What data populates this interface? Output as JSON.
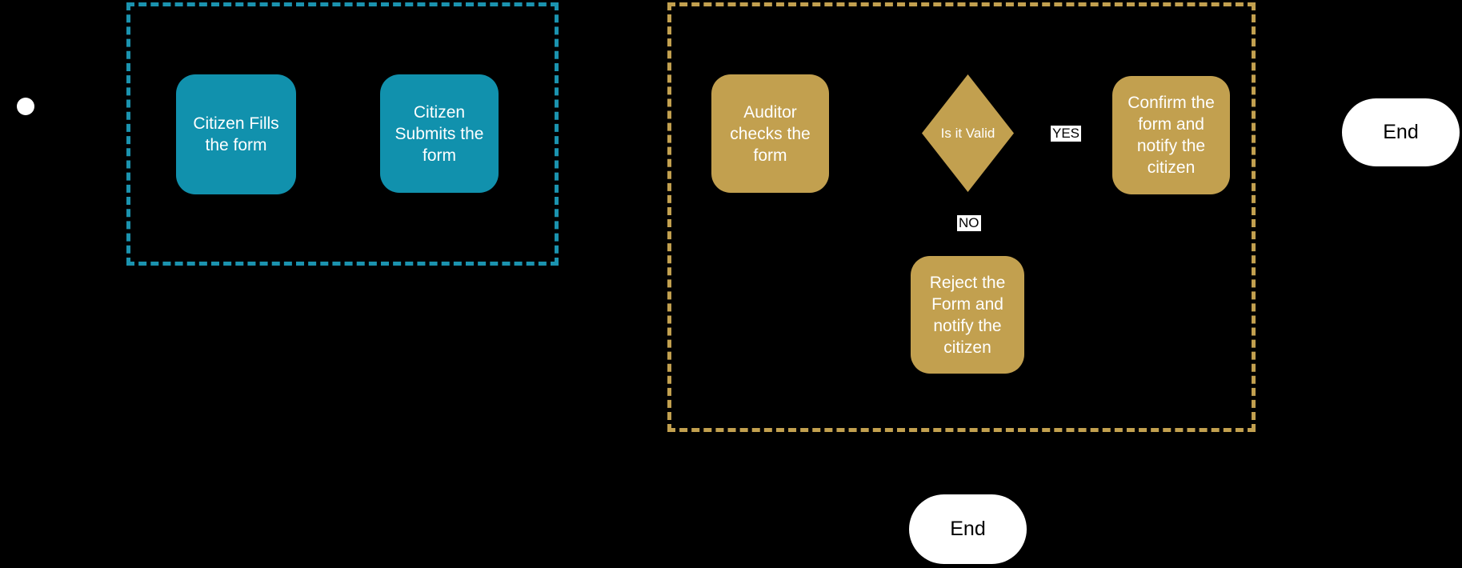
{
  "diagram": {
    "type": "flowchart",
    "background": "#000000",
    "colors": {
      "citizen-fill": "#1191ad",
      "citizen-border": "#1b93af",
      "auditor-fill": "#c2a04f",
      "auditor-border": "#c2a04f",
      "node-text": "#ffffff",
      "terminal-fill": "#ffffff",
      "terminal-text": "#000000",
      "edge-label-bg": "#ffffff",
      "edge-label-text": "#000000"
    },
    "lanes": [
      {
        "id": "citizen",
        "style": "dashed"
      },
      {
        "id": "auditor",
        "style": "dashed"
      }
    ],
    "nodes": {
      "citizen_fills": {
        "label": "Citizen Fills the form",
        "type": "process"
      },
      "citizen_submits": {
        "label": "Citizen Submits the form",
        "type": "process"
      },
      "auditor_checks": {
        "label": "Auditor checks the form",
        "type": "process"
      },
      "is_it_valid": {
        "label": "Is it Valid",
        "type": "decision"
      },
      "confirm": {
        "label": "Confirm the form and notify the citizen",
        "type": "process"
      },
      "reject": {
        "label": "Reject the Form and notify the citizen",
        "type": "process"
      },
      "end_right": {
        "label": "End",
        "type": "terminal"
      },
      "end_bottom": {
        "label": "End",
        "type": "terminal"
      }
    },
    "edge_labels": {
      "yes": "YES",
      "no": "NO"
    }
  }
}
